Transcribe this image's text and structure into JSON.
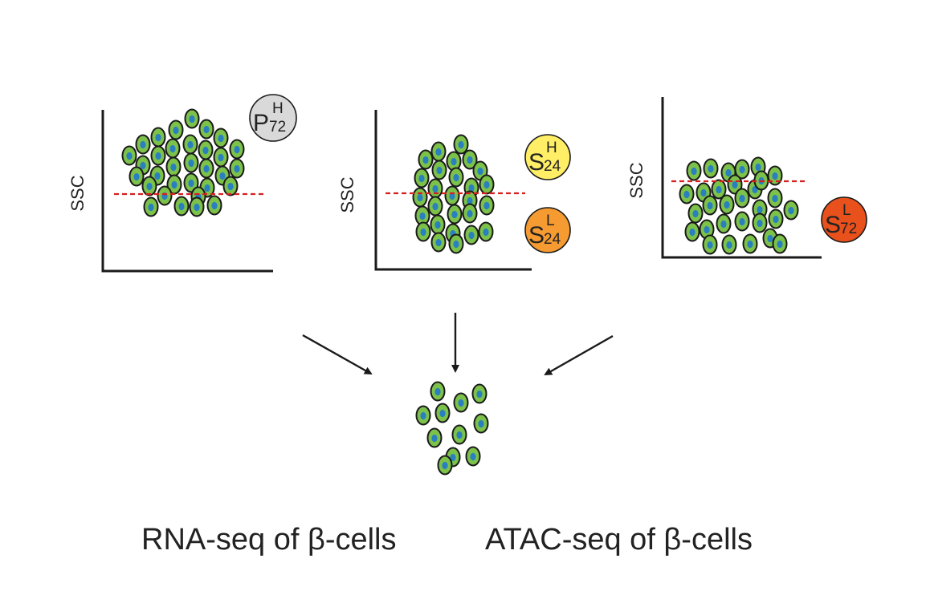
{
  "panels": [
    {
      "axis_label": "SSC",
      "badge": {
        "letter": "P",
        "sup": "H",
        "sub": "72",
        "color": "#d9d9d9"
      }
    },
    {
      "axis_label": "SSC",
      "badges": [
        {
          "letter": "S",
          "sup": "H",
          "sub": "24",
          "color": "#ffee66"
        },
        {
          "letter": "S",
          "sup": "L",
          "sub": "24",
          "color": "#f59b32"
        }
      ]
    },
    {
      "axis_label": "SSC",
      "badge": {
        "letter": "S",
        "sup": "L",
        "sub": "72",
        "color": "#e8501c"
      }
    }
  ],
  "outputs": {
    "rna_label": "RNA-seq of β-cells",
    "atac_label": "ATAC-seq of β-cells"
  },
  "colors": {
    "cell_fill": "#7cc24a",
    "cell_stroke": "#1a1a1a",
    "nucleus": "#2a7fbf",
    "threshold": "#d62020"
  }
}
